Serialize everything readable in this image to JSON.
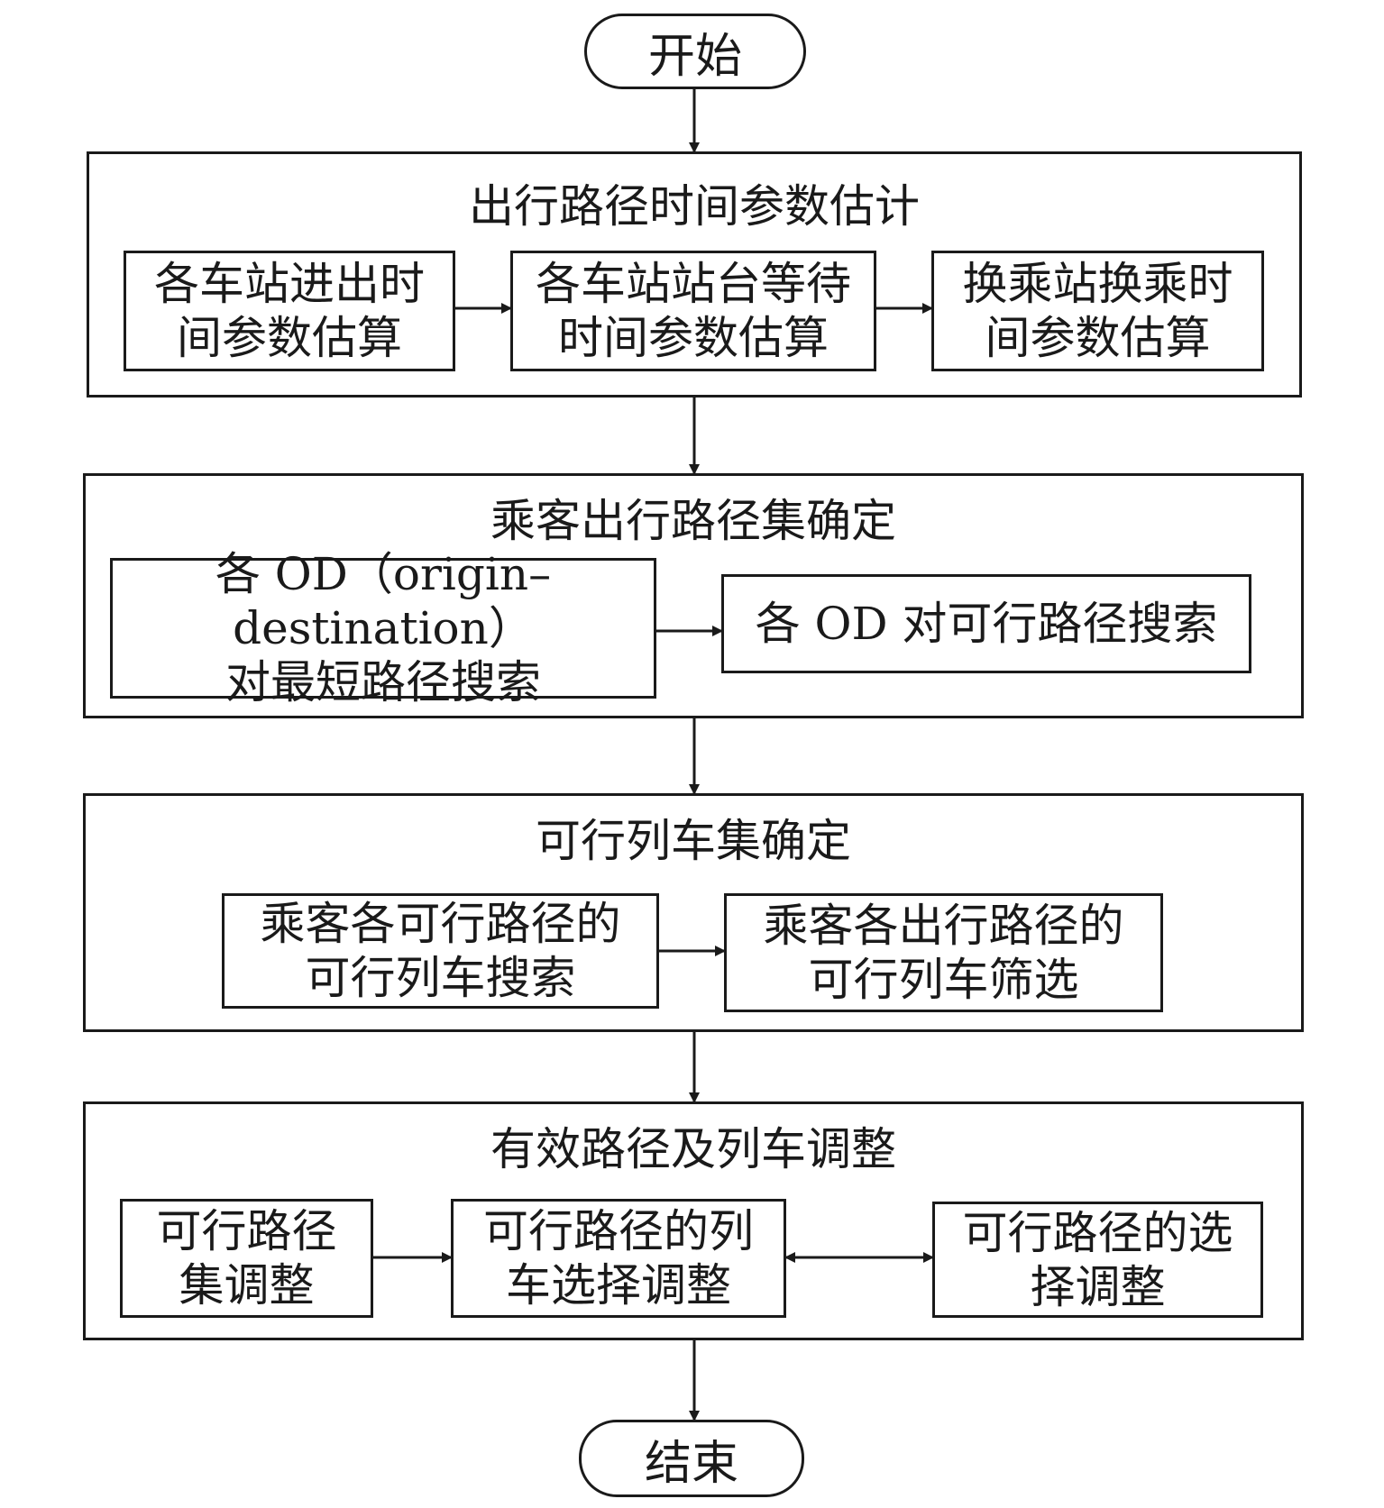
{
  "start": {
    "label": "开始"
  },
  "end": {
    "label": "结束"
  },
  "stages": [
    {
      "title": "出行路径时间参数估计",
      "steps": [
        {
          "line1": "各车站进出时",
          "line2": "间参数估算"
        },
        {
          "line1": "各车站站台等待",
          "line2": "时间参数估算"
        },
        {
          "line1": "换乘站换乘时",
          "line2": "间参数估算"
        }
      ]
    },
    {
      "title": "乘客出行路径集确定",
      "steps": [
        {
          "line1": "各 OD（origin–destination）",
          "line2": "对最短路径搜索"
        },
        {
          "line1": "各 OD 对可行路径搜索",
          "line2": ""
        }
      ]
    },
    {
      "title": "可行列车集确定",
      "steps": [
        {
          "line1": "乘客各可行路径的",
          "line2": "可行列车搜索"
        },
        {
          "line1": "乘客各出行路径的",
          "line2": "可行列车筛选"
        }
      ]
    },
    {
      "title": "有效路径及列车调整",
      "steps": [
        {
          "line1": "可行路径",
          "line2": "集调整"
        },
        {
          "line1": "可行路径的列",
          "line2": "车选择调整"
        },
        {
          "line1": "可行路径的选",
          "line2": "择调整"
        }
      ]
    }
  ]
}
